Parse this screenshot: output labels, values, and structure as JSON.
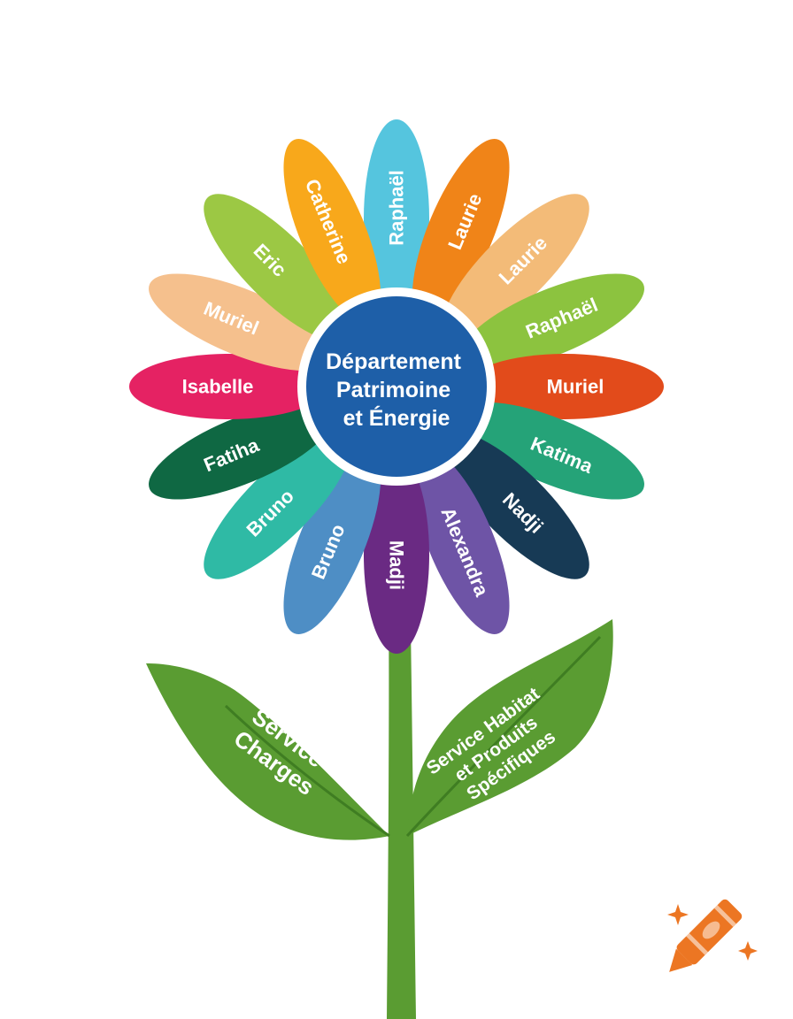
{
  "center": {
    "lines": [
      "Département",
      "Patrimoine",
      "et Énergie"
    ],
    "color": "#1e5fa8",
    "ring_color": "#ffffff"
  },
  "petals": [
    {
      "label": "Raphaël",
      "color": "#55c5de"
    },
    {
      "label": "Laurie",
      "color": "#f08418"
    },
    {
      "label": "Laurie",
      "color": "#f3bb78"
    },
    {
      "label": "Raphaël",
      "color": "#8cc33f"
    },
    {
      "label": "Muriel",
      "color": "#e24b1b"
    },
    {
      "label": "Katima",
      "color": "#25a378"
    },
    {
      "label": "Nadji",
      "color": "#173a55"
    },
    {
      "label": "Alexandra",
      "color": "#6e54a6"
    },
    {
      "label": "Madji",
      "color": "#6a2a83"
    },
    {
      "label": "Bruno",
      "color": "#4e8ec5"
    },
    {
      "label": "Bruno",
      "color": "#2fbaa5"
    },
    {
      "label": "Fatiha",
      "color": "#0f6843"
    },
    {
      "label": "Isabelle",
      "color": "#e52263"
    },
    {
      "label": "Muriel",
      "color": "#f5c08d"
    },
    {
      "label": "Eric",
      "color": "#9cc844"
    },
    {
      "label": "Catherine",
      "color": "#f8a81b"
    }
  ],
  "leaves": {
    "left": {
      "lines": [
        "Service",
        "Charges"
      ]
    },
    "right": {
      "lines": [
        "Service Habitat",
        "et Produits",
        "Spécifiques"
      ]
    },
    "color": "#5a9c32",
    "vein_color": "#3f7d22"
  },
  "stem_color": "#5a9c32",
  "logo": {
    "icon": "crayon-icon",
    "color": "#ec7623"
  }
}
